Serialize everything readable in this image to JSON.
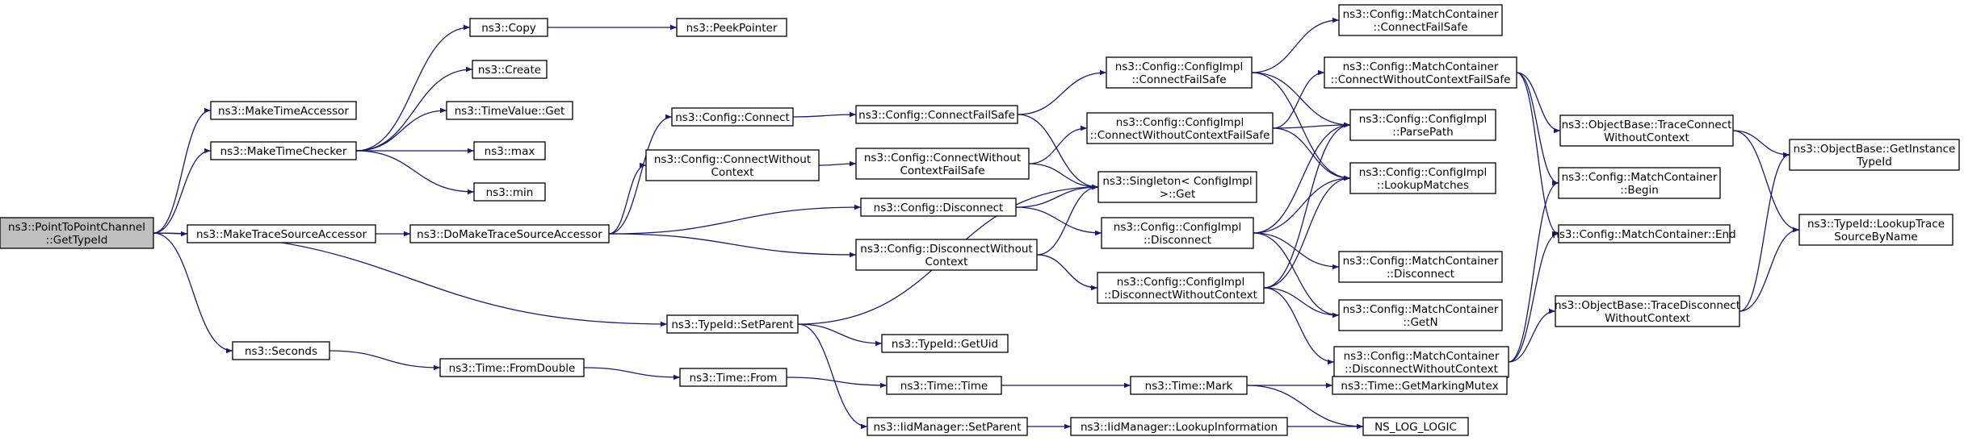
{
  "colors": {
    "root_fill": "#bfbfbf",
    "node_fill": "#ffffff",
    "node_stroke": "#000000",
    "edge": "#191970"
  },
  "nodes": [
    {
      "id": "root",
      "lines": [
        "ns3::PointToPointChannel",
        "::GetTypeId"
      ],
      "root": true
    },
    {
      "id": "makeTimeAccessor",
      "lines": [
        "ns3::MakeTimeAccessor"
      ]
    },
    {
      "id": "makeTimeChecker",
      "lines": [
        "ns3::MakeTimeChecker"
      ]
    },
    {
      "id": "makeTraceSourceAccessor",
      "lines": [
        "ns3::MakeTraceSourceAccessor"
      ]
    },
    {
      "id": "seconds",
      "lines": [
        "ns3::Seconds"
      ]
    },
    {
      "id": "copy",
      "lines": [
        "ns3::Copy"
      ]
    },
    {
      "id": "peekPointer",
      "lines": [
        "ns3::PeekPointer"
      ]
    },
    {
      "id": "create",
      "lines": [
        "ns3::Create"
      ]
    },
    {
      "id": "timeValueGet",
      "lines": [
        "ns3::TimeValue::Get"
      ]
    },
    {
      "id": "max",
      "lines": [
        "ns3::max"
      ]
    },
    {
      "id": "min",
      "lines": [
        "ns3::min"
      ]
    },
    {
      "id": "doMakeTraceSourceAccessor",
      "lines": [
        "ns3::DoMakeTraceSourceAccessor"
      ]
    },
    {
      "id": "configConnect",
      "lines": [
        "ns3::Config::Connect"
      ]
    },
    {
      "id": "configConnectWithoutContext",
      "lines": [
        "ns3::Config::ConnectWithout",
        "Context"
      ]
    },
    {
      "id": "configDisconnect",
      "lines": [
        "ns3::Config::Disconnect"
      ]
    },
    {
      "id": "configDisconnectWithoutContext",
      "lines": [
        "ns3::Config::DisconnectWithout",
        "Context"
      ]
    },
    {
      "id": "configConnectFailSafe",
      "lines": [
        "ns3::Config::ConnectFailSafe"
      ]
    },
    {
      "id": "configConnectWithoutContextFailSafe",
      "lines": [
        "ns3::Config::ConnectWithout",
        "ContextFailSafe"
      ]
    },
    {
      "id": "implConnectFailSafe",
      "lines": [
        "ns3::Config::ConfigImpl",
        "::ConnectFailSafe"
      ]
    },
    {
      "id": "implConnectWithoutContextFailSafe",
      "lines": [
        "ns3::Config::ConfigImpl",
        "::ConnectWithoutContextFailSafe"
      ]
    },
    {
      "id": "singletonGet",
      "lines": [
        "ns3::Singleton< ConfigImpl",
        " >::Get"
      ]
    },
    {
      "id": "implDisconnect",
      "lines": [
        "ns3::Config::ConfigImpl",
        "::Disconnect"
      ]
    },
    {
      "id": "implDisconnectWithoutContext",
      "lines": [
        "ns3::Config::ConfigImpl",
        "::DisconnectWithoutContext"
      ]
    },
    {
      "id": "mcConnectFailSafe",
      "lines": [
        "ns3::Config::MatchContainer",
        "::ConnectFailSafe"
      ]
    },
    {
      "id": "mcConnectWithoutContextFailSafe",
      "lines": [
        "ns3::Config::MatchContainer",
        "::ConnectWithoutContextFailSafe"
      ]
    },
    {
      "id": "implParsePath",
      "lines": [
        "ns3::Config::ConfigImpl",
        "::ParsePath"
      ]
    },
    {
      "id": "implLookupMatches",
      "lines": [
        "ns3::Config::ConfigImpl",
        "::LookupMatches"
      ]
    },
    {
      "id": "mcDisconnect",
      "lines": [
        "ns3::Config::MatchContainer",
        "::Disconnect"
      ]
    },
    {
      "id": "mcGetN",
      "lines": [
        "ns3::Config::MatchContainer",
        "::GetN"
      ]
    },
    {
      "id": "mcDisconnectWithoutContext",
      "lines": [
        "ns3::Config::MatchContainer",
        "::DisconnectWithoutContext"
      ]
    },
    {
      "id": "traceConnectWithoutContext",
      "lines": [
        "ns3::ObjectBase::TraceConnect",
        "WithoutContext"
      ]
    },
    {
      "id": "mcBegin",
      "lines": [
        "ns3::Config::MatchContainer",
        "::Begin"
      ]
    },
    {
      "id": "mcEnd",
      "lines": [
        "ns3::Config::MatchContainer::End"
      ]
    },
    {
      "id": "traceDisconnectWithoutContext",
      "lines": [
        "ns3::ObjectBase::TraceDisconnect",
        "WithoutContext"
      ]
    },
    {
      "id": "getInstanceTypeId",
      "lines": [
        "ns3::ObjectBase::GetInstance",
        "TypeId"
      ]
    },
    {
      "id": "lookupTraceSourceByName",
      "lines": [
        "ns3::TypeId::LookupTrace",
        "SourceByName"
      ]
    },
    {
      "id": "typeIdSetParent",
      "lines": [
        "ns3::TypeId::SetParent"
      ]
    },
    {
      "id": "typeIdGetUid",
      "lines": [
        "ns3::TypeId::GetUid"
      ]
    },
    {
      "id": "iidSetParent",
      "lines": [
        "ns3::IidManager::SetParent"
      ]
    },
    {
      "id": "iidLookupInformation",
      "lines": [
        "ns3::IidManager::LookupInformation"
      ]
    },
    {
      "id": "nsLogLogic",
      "lines": [
        "NS_LOG_LOGIC"
      ]
    },
    {
      "id": "timeFromDouble",
      "lines": [
        "ns3::Time::FromDouble"
      ]
    },
    {
      "id": "timeFrom",
      "lines": [
        "ns3::Time::From"
      ]
    },
    {
      "id": "timeTime",
      "lines": [
        "ns3::Time::Time"
      ]
    },
    {
      "id": "timeMark",
      "lines": [
        "ns3::Time::Mark"
      ]
    },
    {
      "id": "timeGetMarkingMutex",
      "lines": [
        "ns3::Time::GetMarkingMutex"
      ]
    }
  ],
  "edges": [
    [
      "root",
      "makeTimeAccessor"
    ],
    [
      "root",
      "makeTimeChecker"
    ],
    [
      "root",
      "makeTraceSourceAccessor"
    ],
    [
      "root",
      "typeIdSetParent"
    ],
    [
      "root",
      "seconds"
    ],
    [
      "makeTimeChecker",
      "copy"
    ],
    [
      "makeTimeChecker",
      "create"
    ],
    [
      "makeTimeChecker",
      "timeValueGet"
    ],
    [
      "makeTimeChecker",
      "max"
    ],
    [
      "makeTimeChecker",
      "min"
    ],
    [
      "copy",
      "peekPointer"
    ],
    [
      "makeTraceSourceAccessor",
      "doMakeTraceSourceAccessor"
    ],
    [
      "doMakeTraceSourceAccessor",
      "configConnect"
    ],
    [
      "doMakeTraceSourceAccessor",
      "configConnectWithoutContext"
    ],
    [
      "doMakeTraceSourceAccessor",
      "configDisconnect"
    ],
    [
      "doMakeTraceSourceAccessor",
      "configDisconnectWithoutContext"
    ],
    [
      "configConnect",
      "configConnectFailSafe"
    ],
    [
      "configConnectWithoutContext",
      "configConnectWithoutContextFailSafe"
    ],
    [
      "configDisconnect",
      "singletonGet"
    ],
    [
      "configDisconnect",
      "implDisconnect"
    ],
    [
      "configDisconnectWithoutContext",
      "singletonGet"
    ],
    [
      "configDisconnectWithoutContext",
      "implDisconnectWithoutContext"
    ],
    [
      "configConnectFailSafe",
      "implConnectFailSafe"
    ],
    [
      "configConnectFailSafe",
      "singletonGet"
    ],
    [
      "configConnectWithoutContextFailSafe",
      "implConnectWithoutContextFailSafe"
    ],
    [
      "configConnectWithoutContextFailSafe",
      "singletonGet"
    ],
    [
      "implConnectFailSafe",
      "mcConnectFailSafe"
    ],
    [
      "implConnectFailSafe",
      "implParsePath"
    ],
    [
      "implConnectFailSafe",
      "implLookupMatches"
    ],
    [
      "implConnectWithoutContextFailSafe",
      "mcConnectWithoutContextFailSafe"
    ],
    [
      "implConnectWithoutContextFailSafe",
      "implParsePath"
    ],
    [
      "implConnectWithoutContextFailSafe",
      "implLookupMatches"
    ],
    [
      "implDisconnect",
      "implParsePath"
    ],
    [
      "implDisconnect",
      "implLookupMatches"
    ],
    [
      "implDisconnect",
      "mcDisconnect"
    ],
    [
      "implDisconnect",
      "mcGetN"
    ],
    [
      "implDisconnectWithoutContext",
      "implParsePath"
    ],
    [
      "implDisconnectWithoutContext",
      "implLookupMatches"
    ],
    [
      "implDisconnectWithoutContext",
      "mcGetN"
    ],
    [
      "implDisconnectWithoutContext",
      "mcDisconnectWithoutContext"
    ],
    [
      "mcConnectWithoutContextFailSafe",
      "traceConnectWithoutContext"
    ],
    [
      "mcConnectWithoutContextFailSafe",
      "mcBegin"
    ],
    [
      "mcConnectWithoutContextFailSafe",
      "mcEnd"
    ],
    [
      "mcDisconnectWithoutContext",
      "mcBegin"
    ],
    [
      "mcDisconnectWithoutContext",
      "mcEnd"
    ],
    [
      "mcDisconnectWithoutContext",
      "traceDisconnectWithoutContext"
    ],
    [
      "traceConnectWithoutContext",
      "getInstanceTypeId"
    ],
    [
      "traceConnectWithoutContext",
      "lookupTraceSourceByName"
    ],
    [
      "traceDisconnectWithoutContext",
      "getInstanceTypeId"
    ],
    [
      "traceDisconnectWithoutContext",
      "lookupTraceSourceByName"
    ],
    [
      "typeIdSetParent",
      "singletonGet"
    ],
    [
      "typeIdSetParent",
      "typeIdGetUid"
    ],
    [
      "typeIdSetParent",
      "iidSetParent"
    ],
    [
      "iidSetParent",
      "iidLookupInformation"
    ],
    [
      "iidLookupInformation",
      "nsLogLogic"
    ],
    [
      "seconds",
      "timeFromDouble"
    ],
    [
      "timeFromDouble",
      "timeFrom"
    ],
    [
      "timeFrom",
      "timeTime"
    ],
    [
      "timeTime",
      "timeMark"
    ],
    [
      "timeMark",
      "timeGetMarkingMutex"
    ],
    [
      "timeMark",
      "nsLogLogic"
    ]
  ]
}
